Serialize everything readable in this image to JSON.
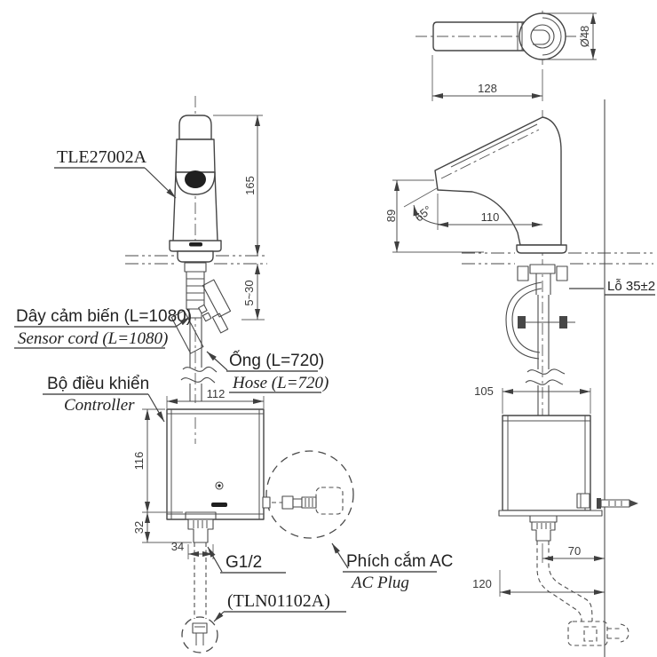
{
  "product": {
    "model": "TLE27002A",
    "valve_model": "(TLN01102A)"
  },
  "labels": {
    "sensor_cord_vi": "Dây cảm biến (L=1080)",
    "sensor_cord_en": "Sensor cord (L=1080)",
    "hose_vi": "Ống (L=720)",
    "hose_en": "Hose (L=720)",
    "controller_vi": "Bộ điều khiển",
    "controller_en": "Controller",
    "ac_plug_vi": "Phích cắm AC",
    "ac_plug_en": "AC Plug",
    "thread_size": "G1/2",
    "mounting_hole": "Lỗ 35±2"
  },
  "dimensions": {
    "spout_total_height": "165",
    "deck_thickness_range": "5~30",
    "controller_width": "112",
    "controller_height": "116",
    "fitting_height": "32",
    "fitting_width": "34",
    "spout_diameter": "Ø48",
    "spout_length": "128",
    "outlet_height": "89",
    "spout_angle": "65°",
    "outlet_reach": "110",
    "controller_depth": "105",
    "pipe_to_wall": "70",
    "controller_to_wall": "120"
  },
  "colors": {
    "background": "#ffffff",
    "line": "#454545",
    "text": "#262626"
  }
}
